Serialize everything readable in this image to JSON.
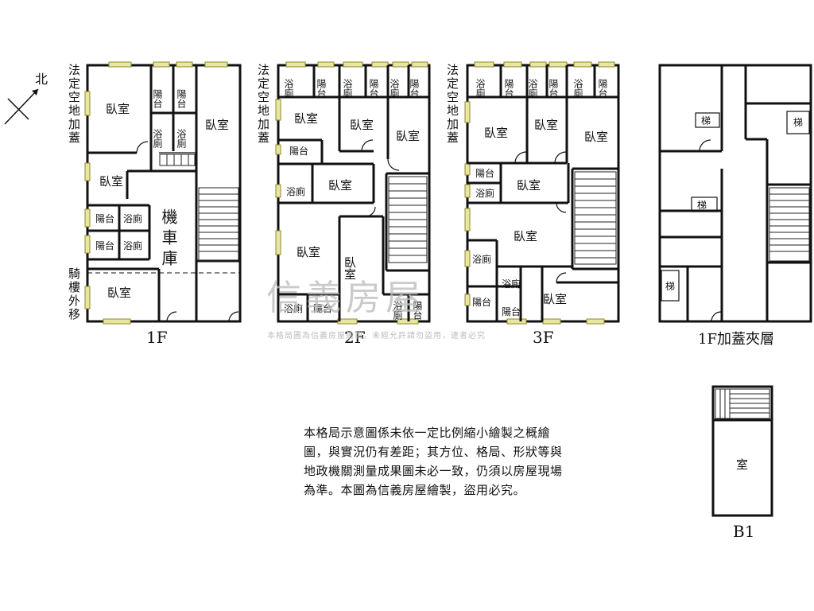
{
  "compass": {
    "label": "北"
  },
  "side_labels": {
    "f1_top": "法定空地加蓋",
    "f1_bottom": "騎樓外移",
    "f2_top": "法定空地加蓋",
    "f3_top": "法定空地加蓋"
  },
  "floor_labels": {
    "f1": "1F",
    "f2": "2F",
    "f3": "3F",
    "mezz": "1F加蓋夾層",
    "b1": "B1"
  },
  "rooms": {
    "bedroom": "臥室",
    "balcony": "陽台",
    "bath": "浴廁",
    "garage": "機車庫",
    "stair": "梯",
    "room": "室"
  },
  "note": "本格局示意圖係未依一定比例縮小繪製之概繪圖，與實況仍有差距；其方位、格局、形狀等與地政機關測量成果圖未必一致，仍須以房屋現場為準。本圖為信義房屋繪製，盜用必究。",
  "watermark": {
    "main": "信義房屋",
    "sub": "本格局圖為信義房屋繪製，未經允許請勿盜用，違者必究"
  },
  "colors": {
    "window": "#e8e6a0",
    "wall": "#111111"
  }
}
